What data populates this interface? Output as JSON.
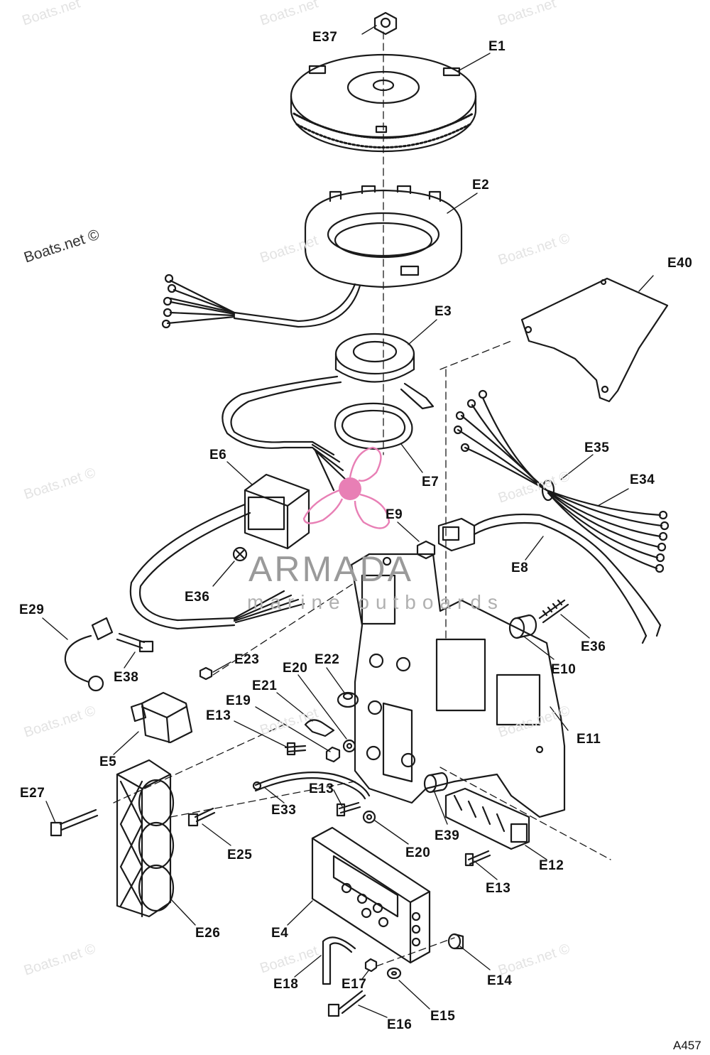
{
  "callouts": {
    "E37": "E37",
    "E1": "E1",
    "E2": "E2",
    "E40": "E40",
    "E3": "E3",
    "E6": "E6",
    "E7": "E7",
    "E35": "E35",
    "E34": "E34",
    "E9": "E9",
    "E8": "E8",
    "E36a": "E36",
    "E36b": "E36",
    "E29": "E29",
    "E38": "E38",
    "E23": "E23",
    "E22": "E22",
    "E20a": "E20",
    "E21": "E21",
    "E19": "E19",
    "E13a": "E13",
    "E10": "E10",
    "E11": "E11",
    "E5": "E5",
    "E27": "E27",
    "E13b": "E13",
    "E33": "E33",
    "E39": "E39",
    "E25": "E25",
    "E20b": "E20",
    "E12": "E12",
    "E13c": "E13",
    "E26": "E26",
    "E4": "E4",
    "E18": "E18",
    "E17": "E17",
    "E14": "E14",
    "E15": "E15",
    "E16": "E16"
  },
  "watermarks": {
    "site": "Boats.net",
    "site_copyright": "Boats.net ©",
    "logo_main": "ARMADA",
    "logo_sub": "marine outboards"
  },
  "figure_ref": "A457",
  "colors": {
    "line": "#1a1a1a",
    "logo_pink": "#e87fb5",
    "logo_gray": "#9a9a9a"
  }
}
